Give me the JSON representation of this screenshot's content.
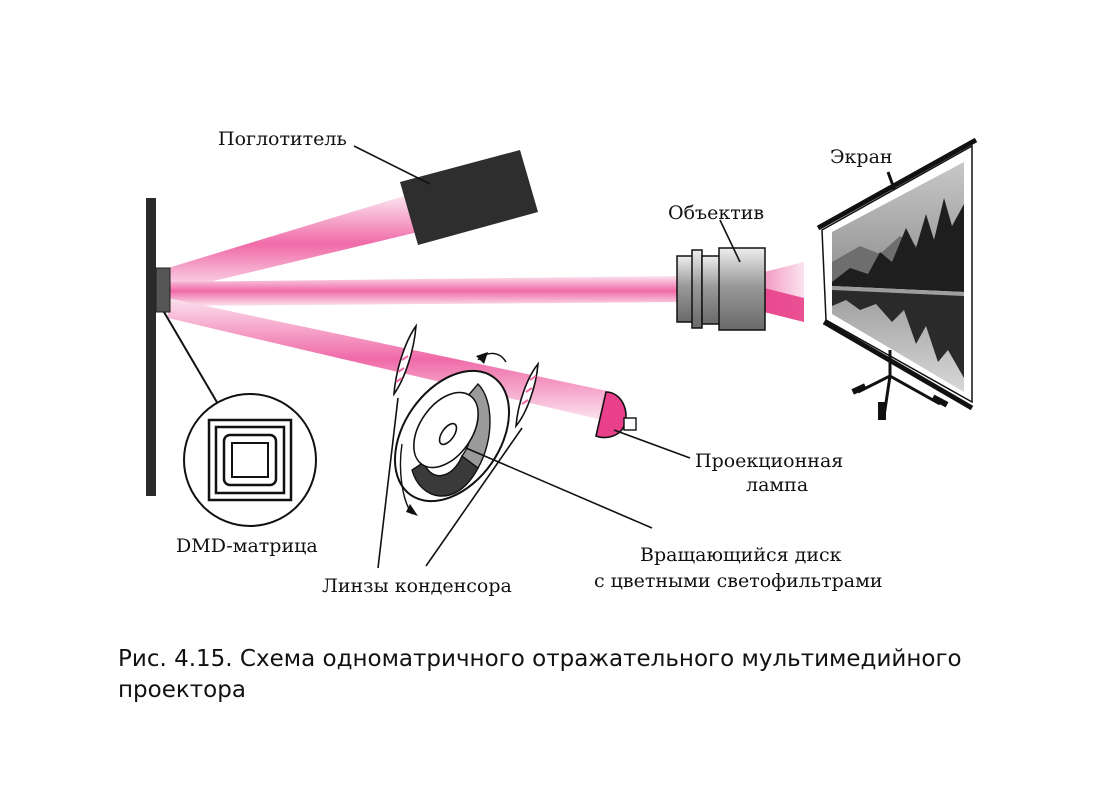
{
  "labels": {
    "absorber": "Поглотитель",
    "screen": "Экран",
    "objective": "Объектив",
    "lamp_line1": "Проекционная",
    "lamp_line2": "лампа",
    "disk_line1": "Вращающийся диск",
    "disk_line2": "с цветными светофильтрами",
    "condenser": "Линзы конденсора",
    "dmd": "DMD-матрица"
  },
  "caption": "Рис. 4.15. Схема одноматричного отражательного мультимедийного проектора",
  "colors": {
    "beam": "#f06aa8",
    "beam_light": "#fbe3ee",
    "lamp": "#e8408a",
    "dark_body": "#2e2e2e",
    "lens_gray": "#9a9a9a"
  }
}
